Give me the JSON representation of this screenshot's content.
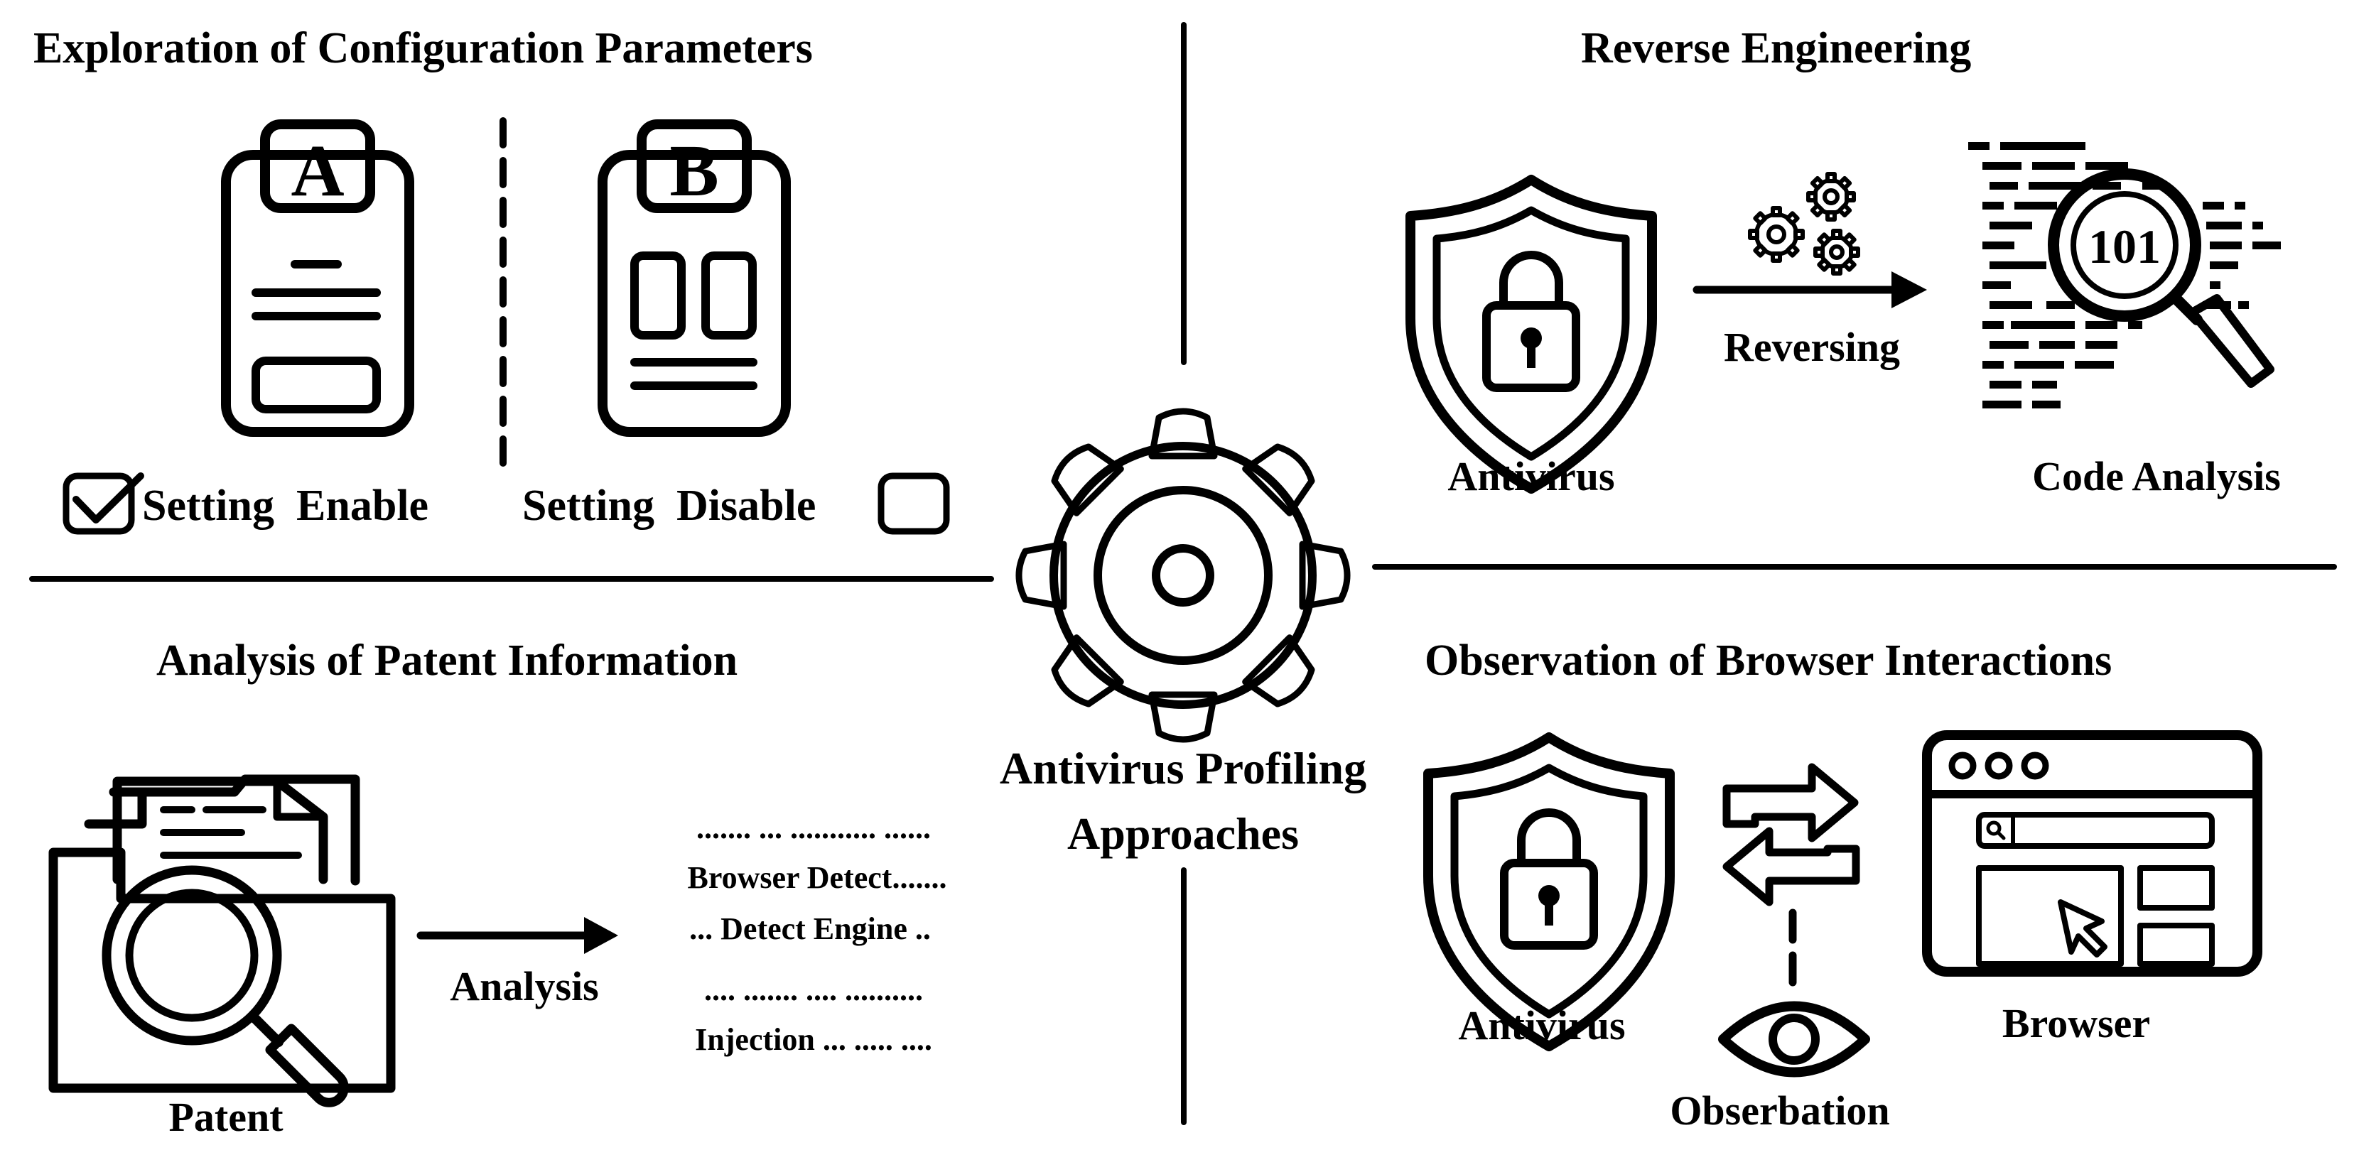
{
  "center": {
    "title_line1": "Antivirus Profiling",
    "title_line2": "Approaches"
  },
  "quadrants": {
    "config": {
      "title": "Exploration of Configuration Parameters",
      "card_a_letter": "A",
      "card_b_letter": "B",
      "enable_label": "Setting  Enable",
      "disable_label": "Setting  Disable"
    },
    "reverse": {
      "title": "Reverse Engineering",
      "antivirus_label": "Antivirus",
      "arrow_label": "Reversing",
      "code_label": "Code Analysis",
      "binary_text": "101"
    },
    "patent": {
      "title": "Analysis of Patent Information",
      "patent_label": "Patent",
      "arrow_label": "Analysis",
      "text_lines": [
        "....... ... ........... ......",
        "Browser Detect.......",
        "... Detect Engine ..",
        ".... ....... .... ..........",
        "Injection ... ..... ...."
      ]
    },
    "browser": {
      "title": "Observation of Browser Interactions",
      "antivirus_label": "Antivirus",
      "browser_label": "Browser",
      "observation_label": "Obserbation"
    }
  },
  "icons": [
    "gear-icon",
    "clipboard-a-icon",
    "clipboard-b-icon",
    "checked-box-icon",
    "unchecked-box-icon",
    "shield-lock-icon",
    "gears-icon",
    "magnifier-code-icon",
    "folder-magnifier-icon",
    "swap-arrows-icon",
    "eye-icon",
    "browser-window-icon",
    "cursor-icon"
  ]
}
